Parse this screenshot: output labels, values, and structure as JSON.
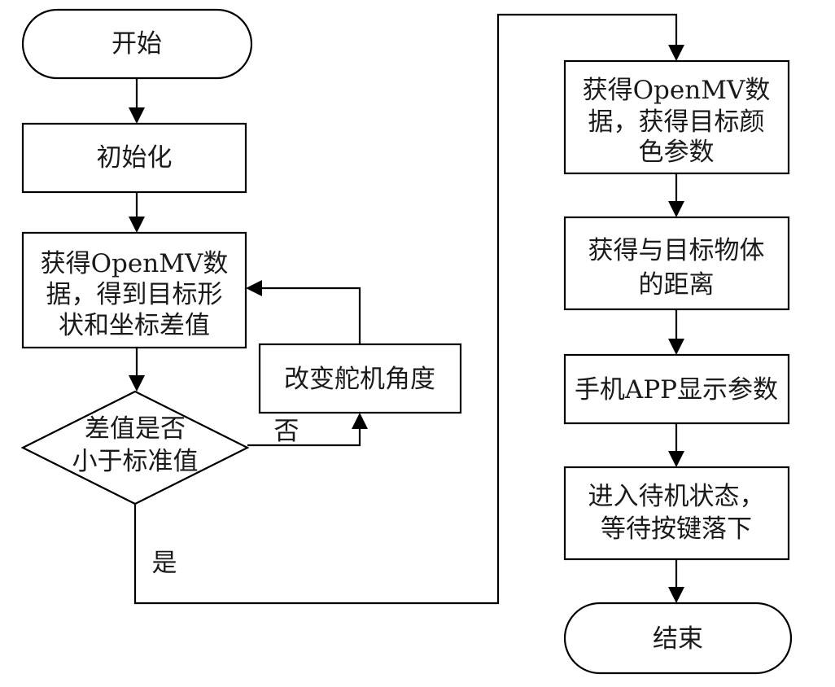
{
  "nodes": {
    "start": {
      "lines": [
        "开始"
      ]
    },
    "init": {
      "lines": [
        "初始化"
      ]
    },
    "get_shape": {
      "lines": [
        "获得OpenMV数",
        "据，得到目标形",
        "状和坐标差值"
      ]
    },
    "adjust_servo": {
      "lines": [
        "改变舵机角度"
      ]
    },
    "decision": {
      "lines": [
        "差值是否",
        "小于标准值"
      ]
    },
    "get_color": {
      "lines": [
        "获得OpenMV数",
        "据，获得目标颜",
        "色参数"
      ]
    },
    "get_distance": {
      "lines": [
        "获得与目标物体",
        "的距离"
      ]
    },
    "app_display": {
      "lines": [
        "手机APP显示参数"
      ]
    },
    "standby": {
      "lines": [
        "进入待机状态，",
        "等待按键落下"
      ]
    },
    "end": {
      "lines": [
        "结束"
      ]
    }
  },
  "edge_labels": {
    "no": "否",
    "yes": "是"
  }
}
